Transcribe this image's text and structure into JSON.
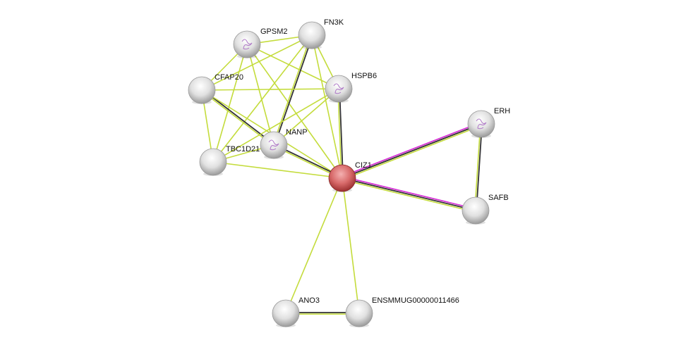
{
  "network": {
    "edge_colors": {
      "textmining": "#c4dc3c",
      "coexpression": "#333333",
      "experiments": "#d633d6"
    },
    "nodes": [
      {
        "id": "GPSM2",
        "label": "GPSM2",
        "query": false,
        "structure": true
      },
      {
        "id": "FN3K",
        "label": "FN3K",
        "query": false,
        "structure": false
      },
      {
        "id": "CFAP20",
        "label": "CFAP20",
        "query": false,
        "structure": false
      },
      {
        "id": "HSPB6",
        "label": "HSPB6",
        "query": false,
        "structure": true
      },
      {
        "id": "ERH",
        "label": "ERH",
        "query": false,
        "structure": true
      },
      {
        "id": "NANP",
        "label": "NANP",
        "query": false,
        "structure": true
      },
      {
        "id": "TBC1D21",
        "label": "TBC1D21",
        "query": false,
        "structure": false
      },
      {
        "id": "CIZ1",
        "label": "CIZ1",
        "query": true,
        "structure": false
      },
      {
        "id": "SAFB",
        "label": "SAFB",
        "query": false,
        "structure": false
      },
      {
        "id": "ANO3",
        "label": "ANO3",
        "query": false,
        "structure": false
      },
      {
        "id": "ENSMMUG00000011466",
        "label": "ENSMMUG00000011466",
        "query": false,
        "structure": false
      }
    ],
    "edges": [
      {
        "a": "GPSM2",
        "b": "FN3K",
        "channels": [
          "textmining"
        ]
      },
      {
        "a": "GPSM2",
        "b": "CFAP20",
        "channels": [
          "textmining"
        ]
      },
      {
        "a": "GPSM2",
        "b": "TBC1D21",
        "channels": [
          "textmining"
        ]
      },
      {
        "a": "GPSM2",
        "b": "NANP",
        "channels": [
          "textmining"
        ]
      },
      {
        "a": "GPSM2",
        "b": "HSPB6",
        "channels": [
          "textmining"
        ]
      },
      {
        "a": "GPSM2",
        "b": "CIZ1",
        "channels": [
          "textmining"
        ]
      },
      {
        "a": "FN3K",
        "b": "CFAP20",
        "channels": [
          "textmining"
        ]
      },
      {
        "a": "FN3K",
        "b": "TBC1D21",
        "channels": [
          "textmining"
        ]
      },
      {
        "a": "FN3K",
        "b": "NANP",
        "channels": [
          "coexpression",
          "textmining"
        ]
      },
      {
        "a": "FN3K",
        "b": "HSPB6",
        "channels": [
          "textmining"
        ]
      },
      {
        "a": "FN3K",
        "b": "CIZ1",
        "channels": [
          "textmining"
        ]
      },
      {
        "a": "CFAP20",
        "b": "HSPB6",
        "channels": [
          "textmining"
        ]
      },
      {
        "a": "CFAP20",
        "b": "TBC1D21",
        "channels": [
          "textmining"
        ]
      },
      {
        "a": "CFAP20",
        "b": "NANP",
        "channels": [
          "coexpression",
          "textmining"
        ]
      },
      {
        "a": "CFAP20",
        "b": "CIZ1",
        "channels": [
          "textmining"
        ]
      },
      {
        "a": "HSPB6",
        "b": "NANP",
        "channels": [
          "textmining"
        ]
      },
      {
        "a": "HSPB6",
        "b": "TBC1D21",
        "channels": [
          "textmining"
        ]
      },
      {
        "a": "HSPB6",
        "b": "CIZ1",
        "channels": [
          "coexpression",
          "textmining"
        ]
      },
      {
        "a": "NANP",
        "b": "TBC1D21",
        "channels": [
          "textmining"
        ]
      },
      {
        "a": "NANP",
        "b": "CIZ1",
        "channels": [
          "coexpression",
          "textmining"
        ]
      },
      {
        "a": "TBC1D21",
        "b": "CIZ1",
        "channels": [
          "textmining"
        ]
      },
      {
        "a": "CIZ1",
        "b": "ERH",
        "channels": [
          "experiments",
          "coexpression",
          "textmining"
        ]
      },
      {
        "a": "CIZ1",
        "b": "SAFB",
        "channels": [
          "experiments",
          "coexpression",
          "textmining"
        ]
      },
      {
        "a": "ERH",
        "b": "SAFB",
        "channels": [
          "coexpression",
          "textmining"
        ]
      },
      {
        "a": "CIZ1",
        "b": "ANO3",
        "channels": [
          "textmining"
        ]
      },
      {
        "a": "CIZ1",
        "b": "ENSMMUG00000011466",
        "channels": [
          "textmining"
        ]
      },
      {
        "a": "ANO3",
        "b": "ENSMMUG00000011466",
        "channels": [
          "coexpression",
          "textmining"
        ]
      }
    ]
  }
}
